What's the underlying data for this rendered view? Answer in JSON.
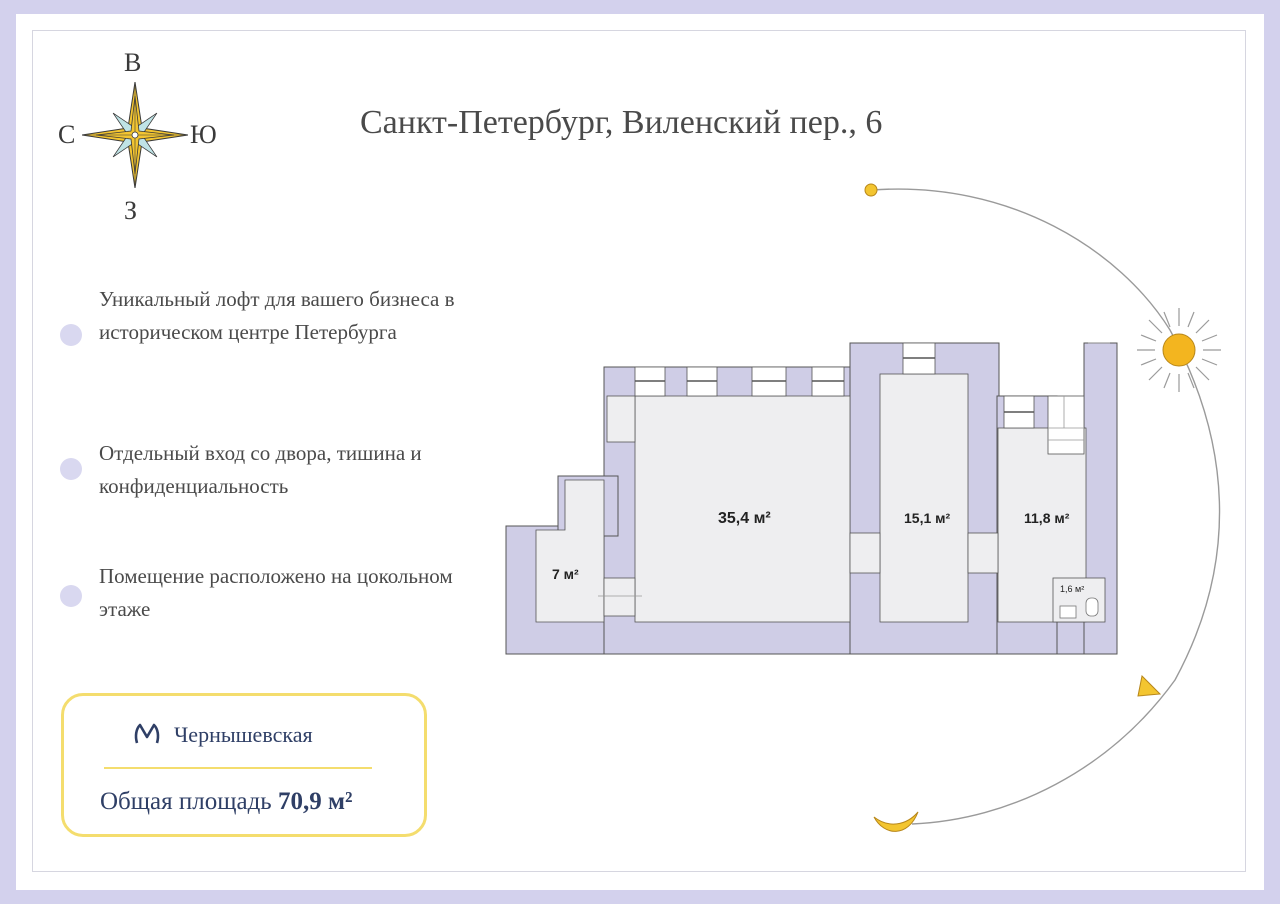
{
  "compass": {
    "north": "В",
    "west": "С",
    "east": "Ю",
    "south": "З",
    "colors": {
      "star": "#f3c530",
      "inner": "#bfe3e6",
      "outline": "#3a3a3a"
    }
  },
  "title": "Санкт-Петербург, Виленский пер., 6",
  "features": [
    "Уникальный лофт для вашего бизнеса в историческом центре Петербурга",
    "Отдельный вход со двора, тишина и конфиденциальность",
    "Помещение расположено на цокольном этаже"
  ],
  "info": {
    "metro_station": "Чернышевская",
    "area_label": "Общая площадь",
    "area_value": "70,9 м²"
  },
  "rooms": [
    {
      "label": "35,4 м²"
    },
    {
      "label": "15,1 м²"
    },
    {
      "label": "11,8 м²"
    },
    {
      "label": "7 м²"
    },
    {
      "label": "1,6 м²"
    }
  ],
  "sun_path": {
    "sun_icon": "sun-icon",
    "moon_icon": "moon-icon",
    "colors": {
      "sun": "#f3b51f",
      "moon": "#f3b51f",
      "arc": "#9a9a9a"
    }
  },
  "colors": {
    "wall": "#cfcde6",
    "floor": "#eeeef0",
    "accent_yellow": "#f4dd6e",
    "text_dark_blue": "#2f3f66",
    "page_bg": "#d3d1ed"
  }
}
